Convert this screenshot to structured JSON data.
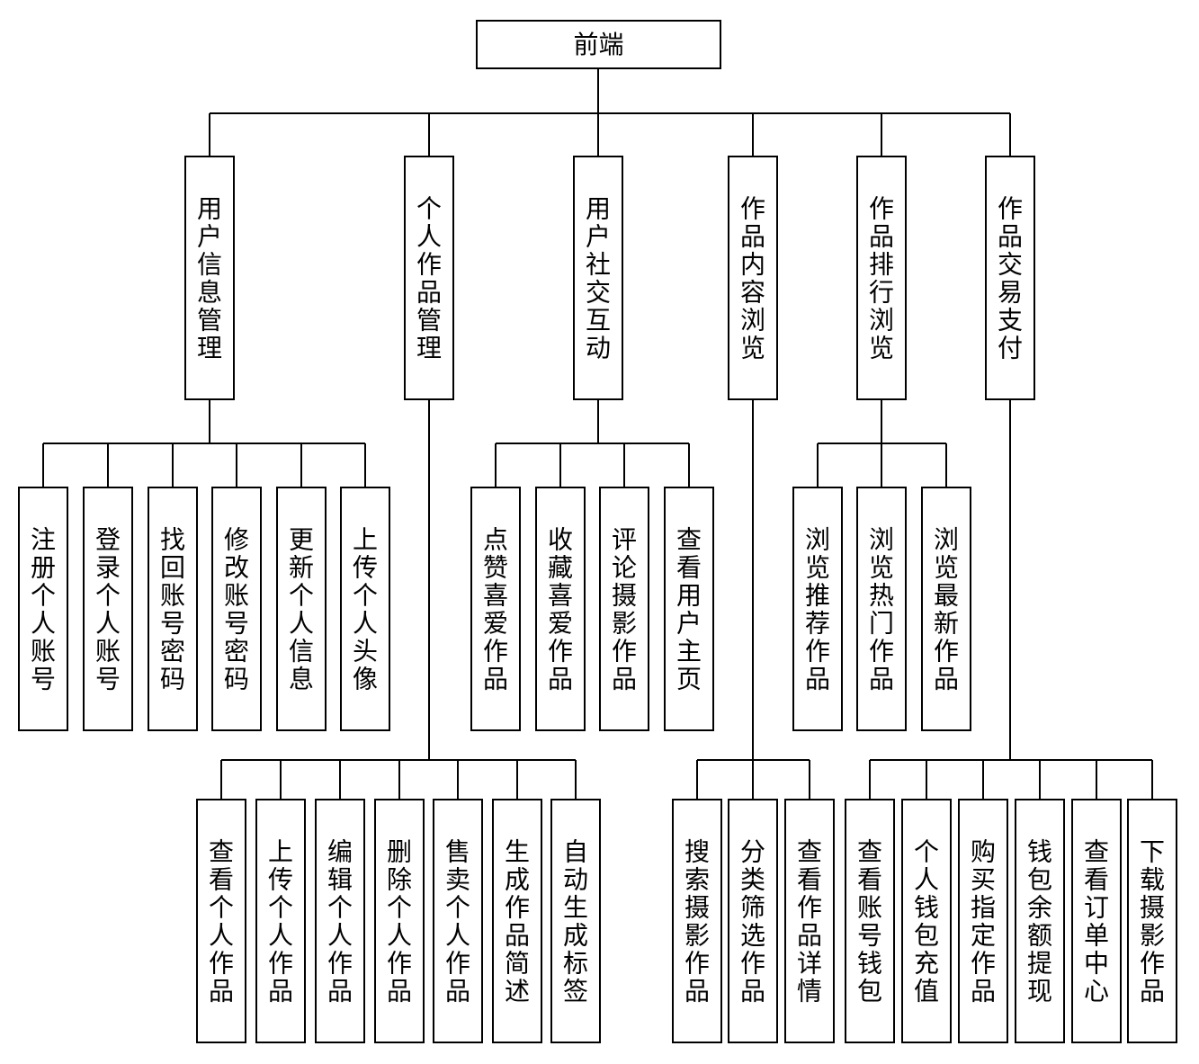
{
  "diagram": {
    "root": "前端",
    "modules": [
      {
        "label": "用户信息管理",
        "children": [
          "注册个人账号",
          "登录个人账号",
          "找回账号密码",
          "修改账号密码",
          "更新个人信息",
          "上传个人头像"
        ]
      },
      {
        "label": "个人作品管理",
        "children": [
          "查看个人作品",
          "上传个人作品",
          "编辑个人作品",
          "删除个人作品",
          "售卖个人作品",
          "生成作品简述",
          "自动生成标签"
        ]
      },
      {
        "label": "用户社交互动",
        "children": [
          "点赞喜爱作品",
          "收藏喜爱作品",
          "评论摄影作品",
          "查看用户主页"
        ]
      },
      {
        "label": "作品内容浏览",
        "children": [
          "搜索摄影作品",
          "分类筛选作品",
          "查看作品详情"
        ]
      },
      {
        "label": "作品排行浏览",
        "children": [
          "浏览推荐作品",
          "浏览热门作品",
          "浏览最新作品"
        ]
      },
      {
        "label": "作品交易支付",
        "children": [
          "查看账号钱包",
          "个人钱包充值",
          "购买指定作品",
          "钱包余额提现",
          "查看订单中心",
          "下载摄影作品"
        ]
      }
    ]
  }
}
